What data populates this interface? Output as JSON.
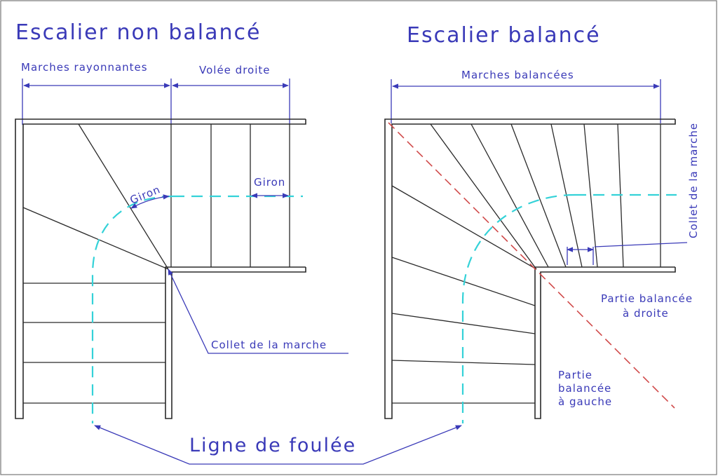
{
  "left": {
    "title": "Escalier non balancé",
    "dim_left": "Marches rayonnantes",
    "dim_right": "Volée droite",
    "giron_curve": "Giron",
    "giron_straight": "Giron",
    "collet": "Collet de la marche"
  },
  "right": {
    "title": "Escalier balancé",
    "dim_top": "Marches balancées",
    "collet": "Collet de la marche",
    "partie_droite_1": "Partie balancée",
    "partie_droite_2": "à droite",
    "partie_gauche_1": "Partie",
    "partie_gauche_2": "balancée",
    "partie_gauche_3": "à gauche"
  },
  "ligne_foulee": "Ligne de foulée",
  "colors": {
    "annotation": "#3a3ab8",
    "walking_line": "#34d2d8",
    "diagonal": "#d04a4a",
    "lines": "#2a2a2a"
  }
}
